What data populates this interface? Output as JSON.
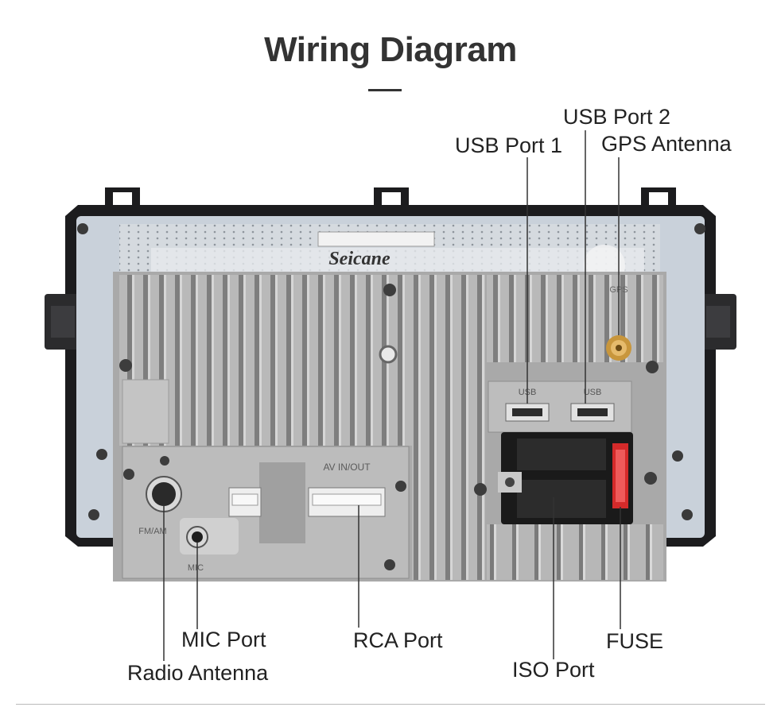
{
  "title": "Wiring Diagram",
  "brand": "Seicane",
  "panel_text": {
    "gps": "GPS",
    "usb_a": "USB",
    "usb_b": "USB",
    "av": "AV  IN/OUT",
    "fmam": "FM/AM",
    "mic": "MIC"
  },
  "labels": {
    "usb_port_1": "USB Port 1",
    "usb_port_2": "USB Port 2",
    "gps_antenna": "GPS Antenna",
    "mic_port": "MIC Port",
    "radio_antenna": "Radio Antenna",
    "rca_port": "RCA Port",
    "iso_port": "ISO Port",
    "fuse": "FUSE"
  },
  "colors": {
    "chassis": "#c9d1da",
    "frame": "#1c1c1e",
    "heatsink": "#b3b3b3",
    "fuse": "#d42a2a",
    "gps_connector": "#c8963c"
  }
}
